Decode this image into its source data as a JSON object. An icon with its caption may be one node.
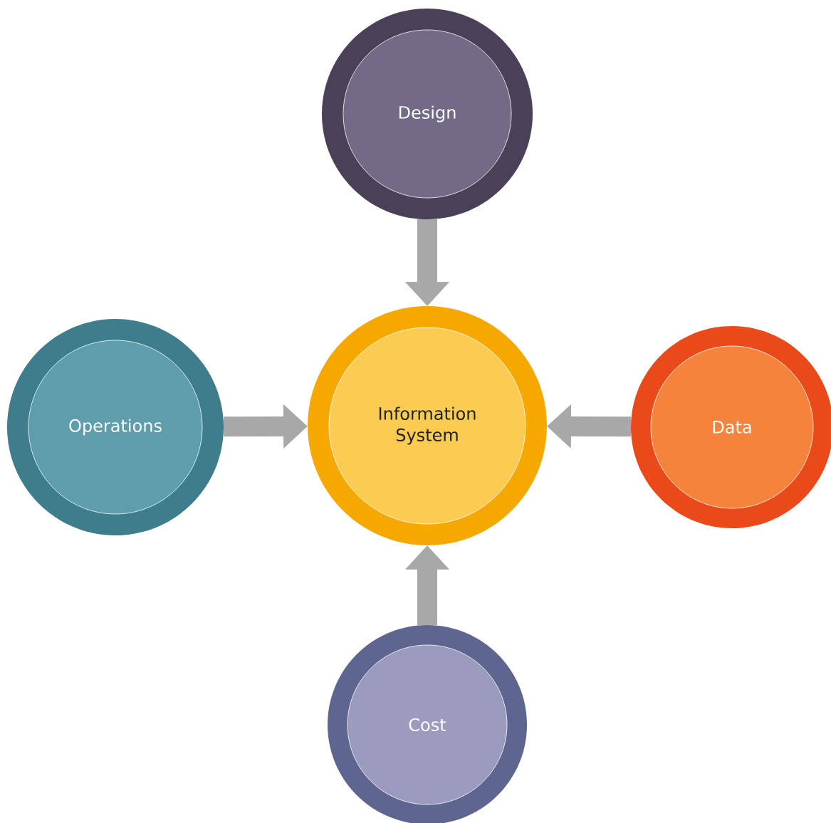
{
  "diagram": {
    "nodes": [
      {
        "text": [
          "Design"
        ]
      },
      {
        "text": [
          "Operations"
        ]
      },
      {
        "text": [
          "Information System"
        ]
      },
      {
        "text": [
          "Data"
        ]
      },
      {
        "text": [
          "Cost"
        ]
      }
    ],
    "edges": [
      {
        "from": 0,
        "to": 2,
        "arrow": "to"
      },
      {
        "from": 1,
        "to": 2,
        "arrow": "to"
      },
      {
        "from": 3,
        "to": 2,
        "arrow": "to"
      },
      {
        "from": 4,
        "to": 2,
        "arrow": "to"
      }
    ]
  }
}
